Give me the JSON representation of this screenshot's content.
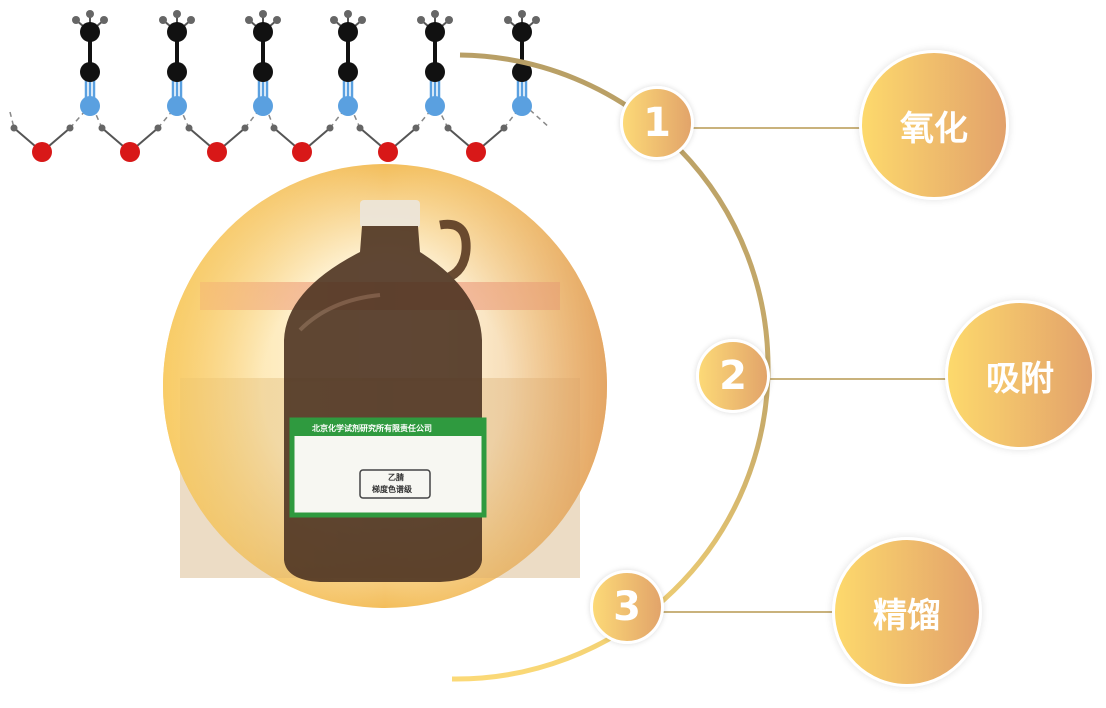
{
  "steps": [
    {
      "number": "1",
      "label": "氧化"
    },
    {
      "number": "2",
      "label": "吸附"
    },
    {
      "number": "3",
      "label": "精馏"
    }
  ],
  "bottle_label": {
    "company": "北京化学试剂研究所有限责任公司",
    "product": "乙腈",
    "grade": "梯度色谱级"
  },
  "colors": {
    "accent_start": "#fcd977",
    "accent_end": "#e2a46a",
    "arc": "#c2a96a",
    "line": "#c9b27c"
  }
}
